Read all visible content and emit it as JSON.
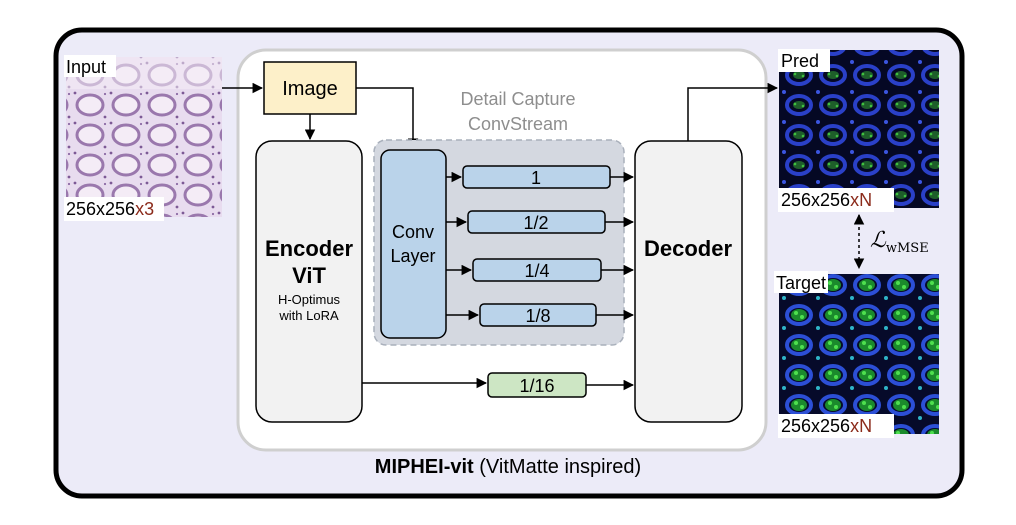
{
  "diagram": {
    "title_bold": "MIPHEI-vit",
    "title_rest": "(VitMatte inspired)",
    "input": {
      "label": "Input",
      "size_base": "256x256",
      "size_suffix": "x3"
    },
    "image_box": {
      "label": "Image"
    },
    "encoder": {
      "title_line1": "Encoder",
      "title_line2": "ViT",
      "sub_line1": "H-Optimus",
      "sub_line2": "with LoRA"
    },
    "detail_capture": {
      "title_line1": "Detail Capture",
      "title_line2": "ConvStream"
    },
    "conv_layer": {
      "line1": "Conv",
      "line2": "Layer"
    },
    "scales": [
      "1",
      "1/2",
      "1/4",
      "1/8"
    ],
    "skip_scale": "1/16",
    "decoder": {
      "label": "Decoder"
    },
    "pred": {
      "label": "Pred",
      "size_base": "256x256",
      "size_suffix": "xN"
    },
    "target": {
      "label": "Target",
      "size_base": "256x256",
      "size_suffix": "xN"
    },
    "loss": {
      "main": "ℒ",
      "subscript": "wMSE"
    },
    "colors": {
      "outer_bg": "#ecebf8",
      "inner_bg": "#ffffff",
      "image_box": "#fdf0c9",
      "conv": "#bad3ea",
      "scale_box": "#bad3ea",
      "skip_box": "#cde6c4",
      "stream_bg": "#d4d8e0",
      "module_bg": "#f2f2f2",
      "suffix_red": "#8b2a1a",
      "subtitle_gray": "#8e8e8e"
    }
  }
}
